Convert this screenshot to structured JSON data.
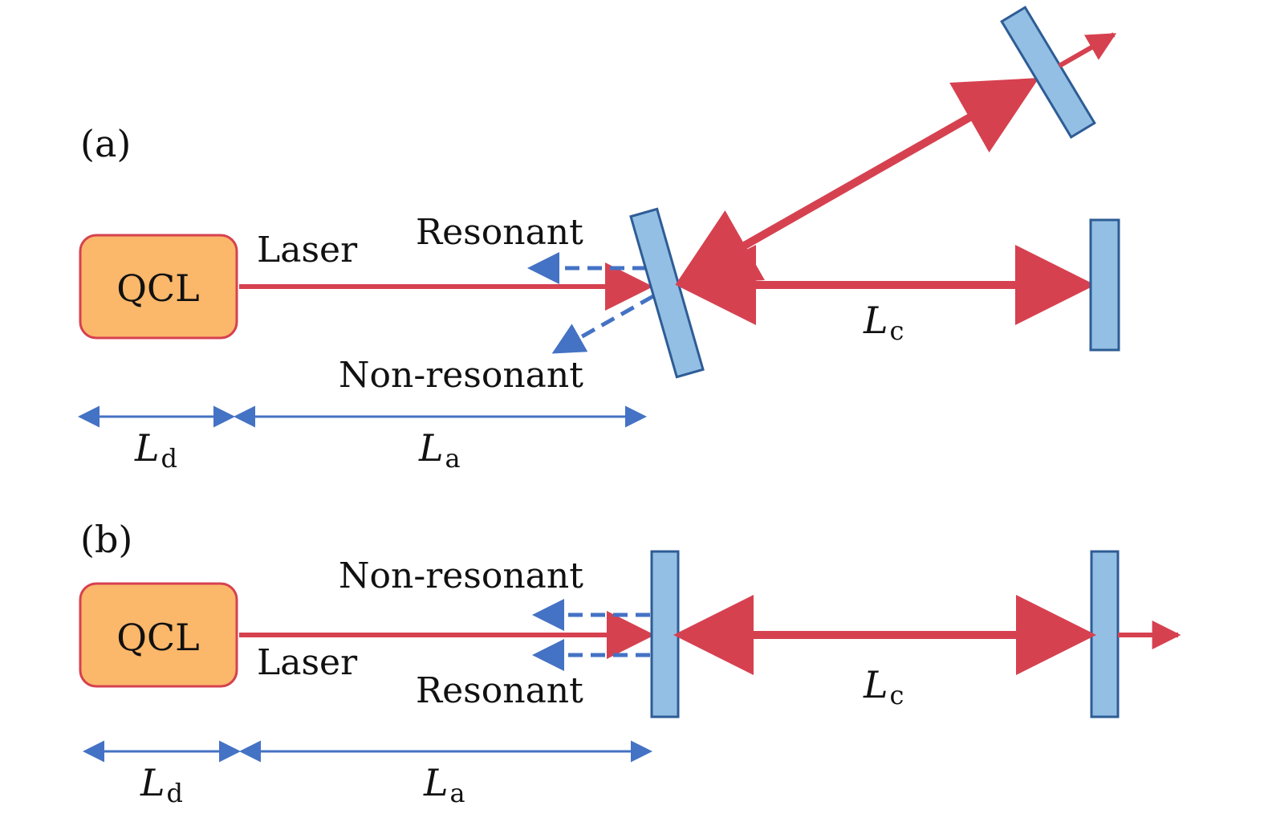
{
  "colors": {
    "beam": "#D64150",
    "qcl_fill": "#FBB76A",
    "qcl_stroke": "#D64150",
    "mirror_fill": "#92BFE3",
    "mirror_stroke": "#2E5C96",
    "feedback": "#4472C4",
    "dimension": "#4472C4"
  },
  "panel_a": {
    "tag": "(a)",
    "qcl": "QCL",
    "laser": "Laser",
    "resonant": "Resonant",
    "non_resonant": "Non-resonant",
    "lc": {
      "symbol": "L",
      "sub": "c"
    },
    "ld": {
      "symbol": "L",
      "sub": "d"
    },
    "la": {
      "symbol": "L",
      "sub": "a"
    }
  },
  "panel_b": {
    "tag": "(b)",
    "qcl": "QCL",
    "laser": "Laser",
    "resonant": "Resonant",
    "non_resonant": "Non-resonant",
    "lc": {
      "symbol": "L",
      "sub": "c"
    },
    "ld": {
      "symbol": "L",
      "sub": "d"
    },
    "la": {
      "symbol": "L",
      "sub": "a"
    }
  }
}
